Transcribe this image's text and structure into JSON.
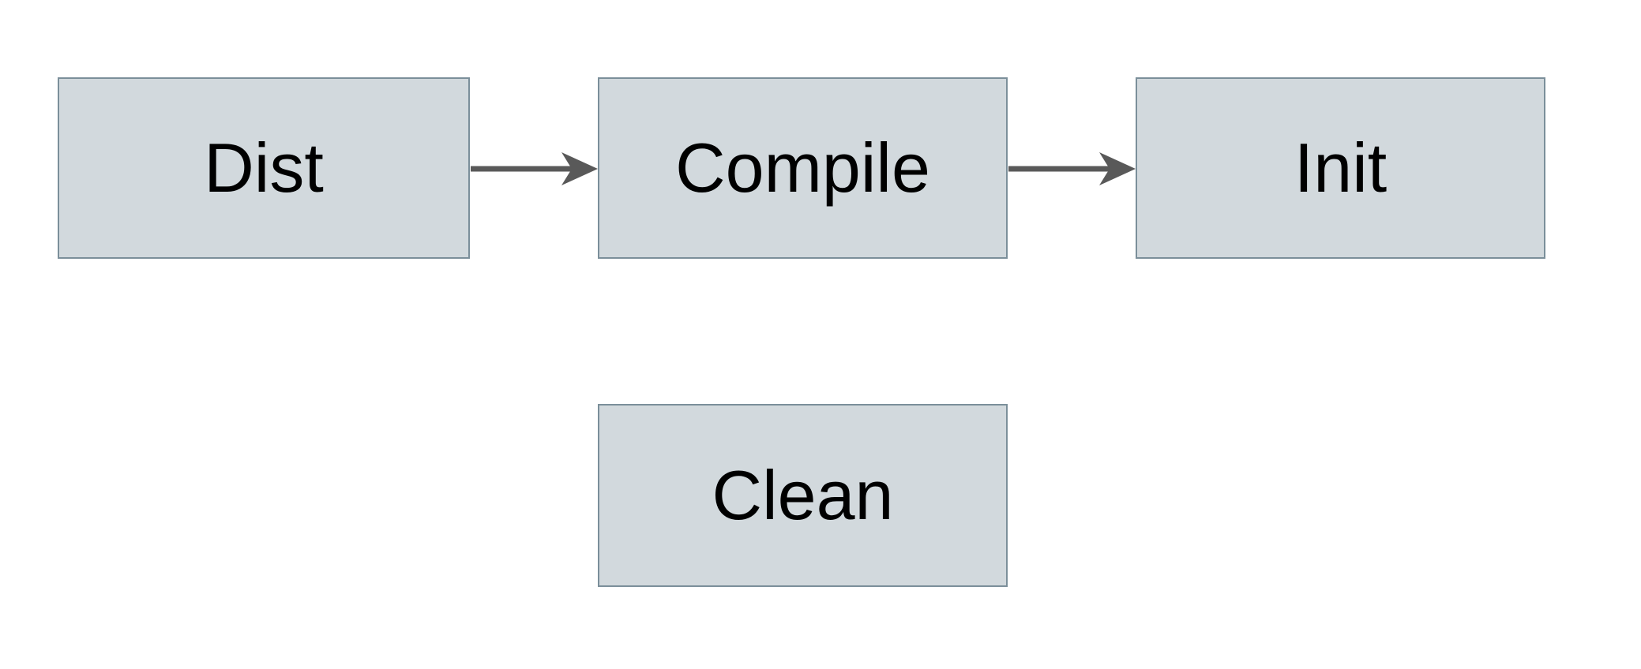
{
  "diagram": {
    "type": "flowchart",
    "background": "#ffffff",
    "colors": {
      "box_fill": "#d2d9dd",
      "box_border": "#7b8f9a",
      "arrow_color": "#595959",
      "text_color": "#000000"
    },
    "nodes": [
      {
        "id": "dist",
        "label": "Dist"
      },
      {
        "id": "compile",
        "label": "Compile"
      },
      {
        "id": "init",
        "label": "Init"
      },
      {
        "id": "clean",
        "label": "Clean"
      }
    ],
    "edges": [
      {
        "from": "Dist",
        "to": "Compile",
        "direction": "right"
      },
      {
        "from": "Compile",
        "to": "Init",
        "direction": "right"
      }
    ]
  }
}
